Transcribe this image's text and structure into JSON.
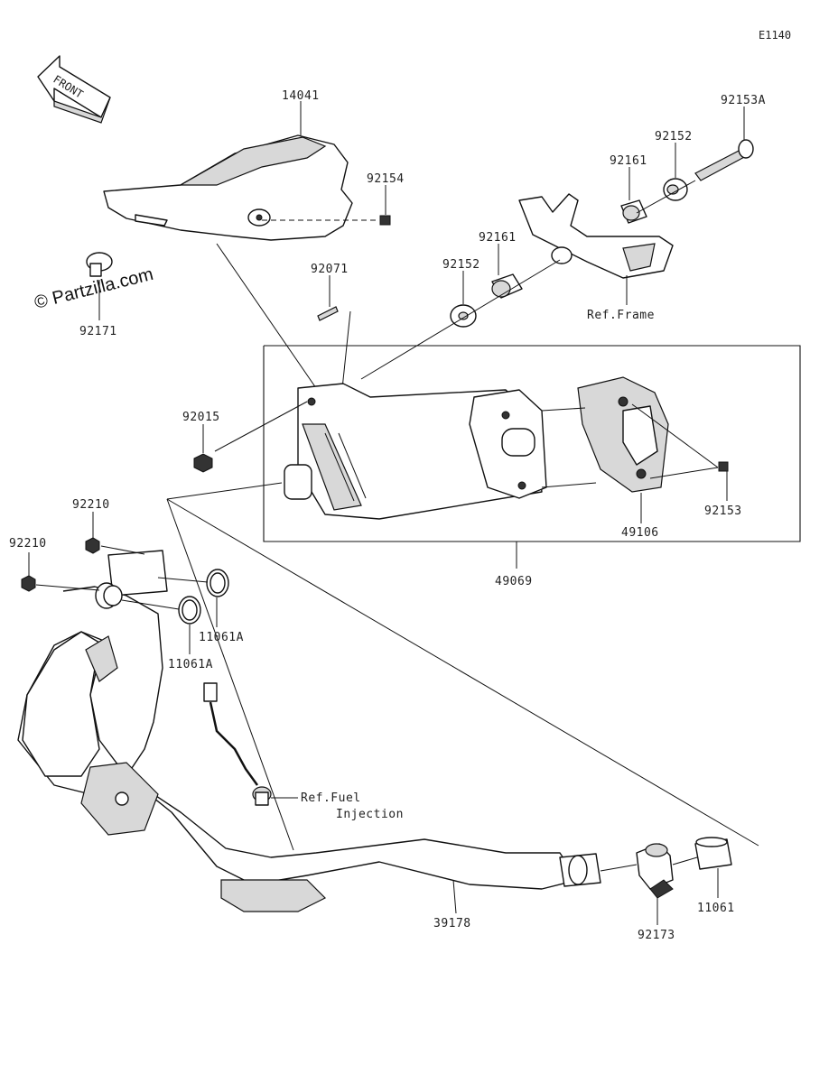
{
  "diagram_code": "E1140",
  "watermark": "© Partzilla.com",
  "front_arrow": "FRONT",
  "parts": [
    {
      "key": "p14041",
      "number": "14041"
    },
    {
      "key": "p92154",
      "number": "92154"
    },
    {
      "key": "p92171",
      "number": "92171"
    },
    {
      "key": "p92071",
      "number": "92071"
    },
    {
      "key": "p92152a",
      "number": "92152"
    },
    {
      "key": "p92161a",
      "number": "92161"
    },
    {
      "key": "p92161b",
      "number": "92161"
    },
    {
      "key": "p92152b",
      "number": "92152"
    },
    {
      "key": "p92153A",
      "number": "92153A"
    },
    {
      "key": "p92015",
      "number": "92015"
    },
    {
      "key": "p92153",
      "number": "92153"
    },
    {
      "key": "p49106",
      "number": "49106"
    },
    {
      "key": "p49069",
      "number": "49069"
    },
    {
      "key": "p92210a",
      "number": "92210"
    },
    {
      "key": "p92210b",
      "number": "92210"
    },
    {
      "key": "p11061Aa",
      "number": "11061A"
    },
    {
      "key": "p11061Ab",
      "number": "11061A"
    },
    {
      "key": "p39178",
      "number": "39178"
    },
    {
      "key": "p92173",
      "number": "92173"
    },
    {
      "key": "p11061",
      "number": "11061"
    }
  ],
  "references": {
    "frame": "Ref.Frame",
    "fuel_line1": "Ref.Fuel",
    "fuel_line2": "Injection"
  }
}
